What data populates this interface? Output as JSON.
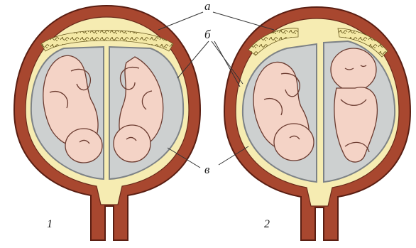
{
  "figure": {
    "labels": {
      "a": "а",
      "b": "б",
      "v": "в"
    },
    "panels": [
      {
        "number": "1"
      },
      {
        "number": "2"
      }
    ],
    "colors": {
      "uterus_wall": "#a8472f",
      "uterus_outline": "#5a1e12",
      "placenta": "#f2e48e",
      "amnion": "#cfd2d2",
      "membrane": "#8b8f92",
      "fetus_skin": "#f4d3c6",
      "fetus_outline": "#6b3b30",
      "leader_line": "#333333"
    }
  }
}
